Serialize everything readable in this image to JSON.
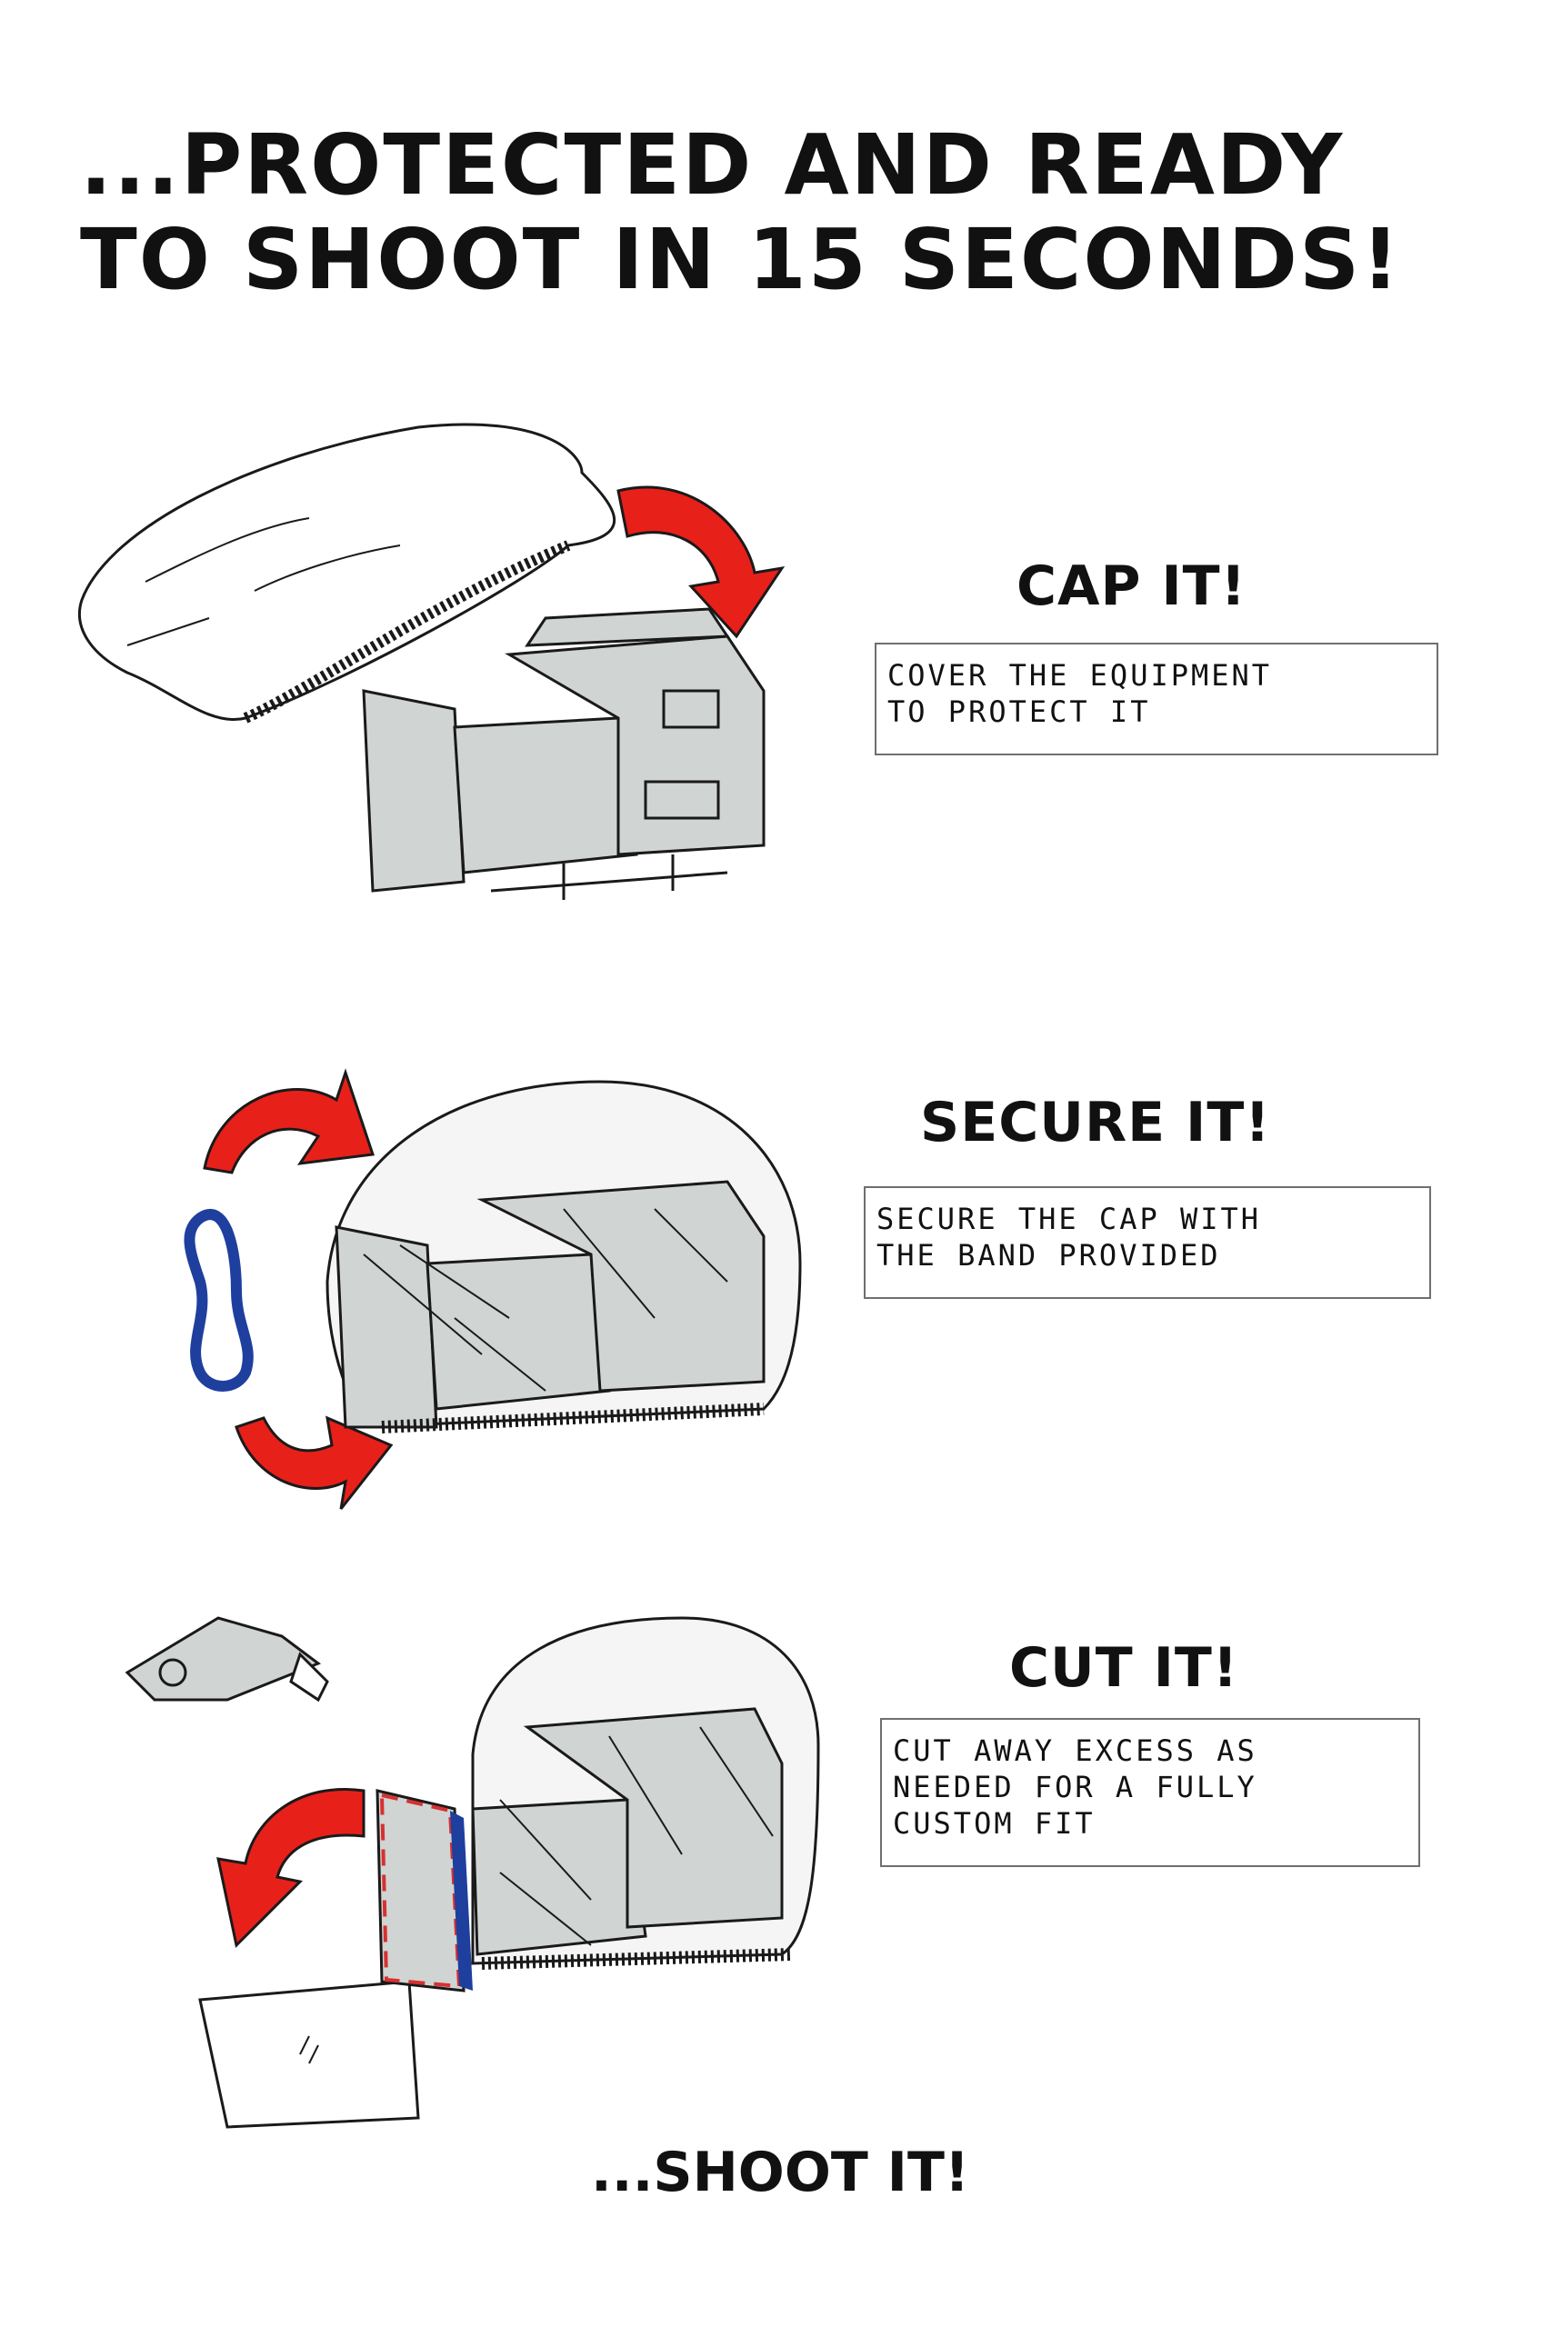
{
  "headline": {
    "line1": "...PROTECTED AND READY",
    "line2": "TO SHOOT IN 15 SECONDS!"
  },
  "steps": [
    {
      "title": "CAP IT!",
      "desc": [
        "COVER THE EQUIPMENT",
        "TO PROTECT IT"
      ]
    },
    {
      "title": "SECURE IT!",
      "desc": [
        "SECURE THE CAP WITH",
        "THE BAND PROVIDED"
      ]
    },
    {
      "title": "CUT IT!",
      "desc": [
        "CUT AWAY EXCESS AS",
        "NEEDED FOR A FULLY",
        "CUSTOM FIT"
      ]
    }
  ],
  "footer": "...SHOOT IT!",
  "colors": {
    "arrow": "#e8201a",
    "band": "#1f3f9e",
    "camera": "#d0d4d2",
    "cut_line": "#d83030"
  },
  "icons": [
    "rain-cap-icon",
    "camera-icon",
    "curved-arrow-icon",
    "elastic-band-icon",
    "utility-knife-icon",
    "cut-sheet-icon"
  ]
}
